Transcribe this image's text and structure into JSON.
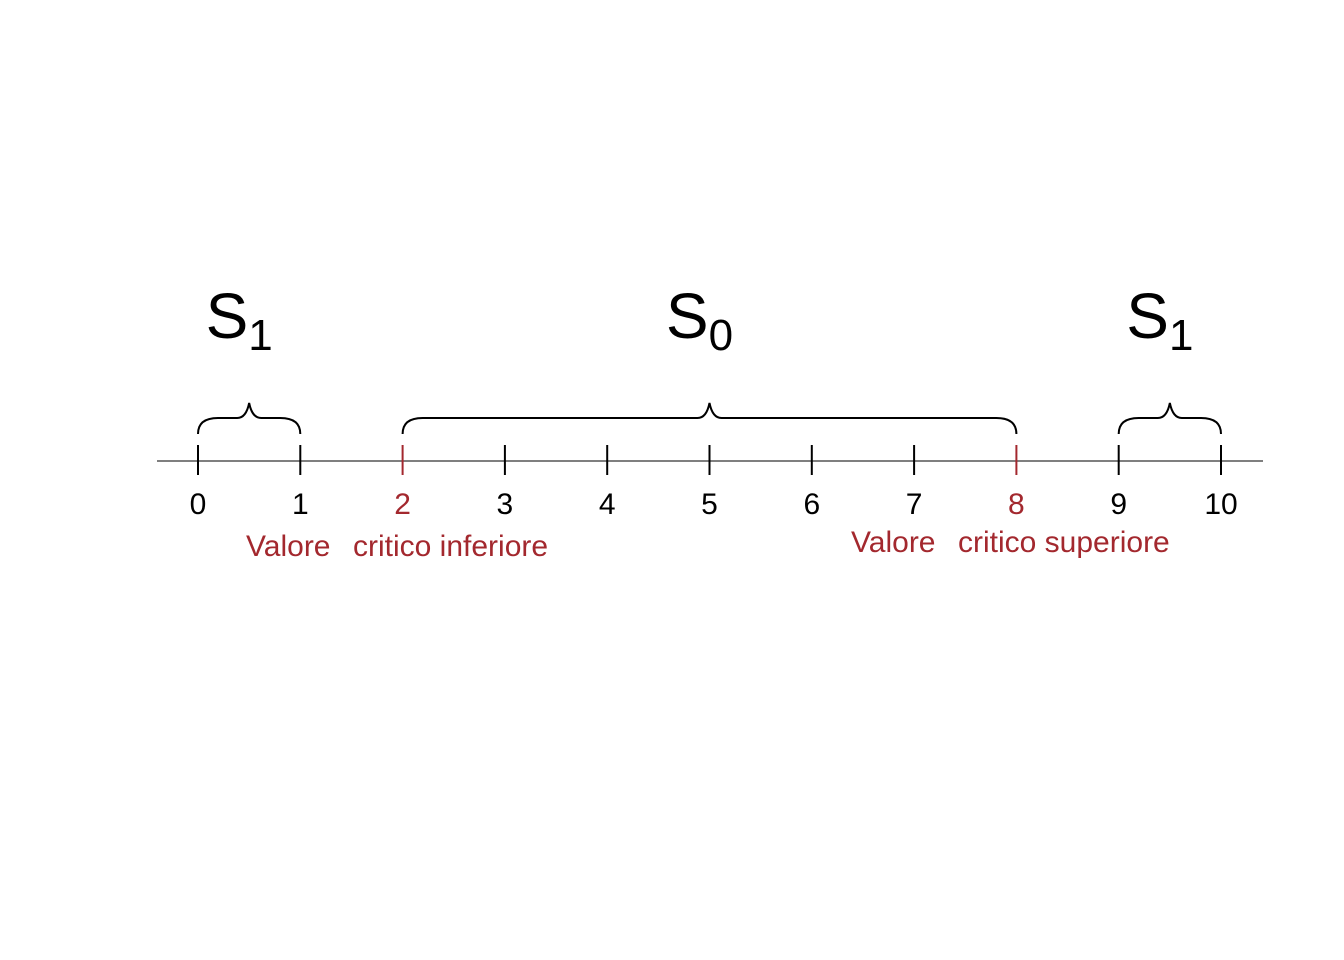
{
  "axis": {
    "min": 0,
    "max": 10,
    "ticks": [
      {
        "value": 0,
        "label": "0",
        "critical": false
      },
      {
        "value": 1,
        "label": "1",
        "critical": false
      },
      {
        "value": 2,
        "label": "2",
        "critical": true
      },
      {
        "value": 3,
        "label": "3",
        "critical": false
      },
      {
        "value": 4,
        "label": "4",
        "critical": false
      },
      {
        "value": 5,
        "label": "5",
        "critical": false
      },
      {
        "value": 6,
        "label": "6",
        "critical": false
      },
      {
        "value": 7,
        "label": "7",
        "critical": false
      },
      {
        "value": 8,
        "label": "8",
        "critical": true
      },
      {
        "value": 9,
        "label": "9",
        "critical": false
      },
      {
        "value": 10,
        "label": "10",
        "critical": false
      }
    ]
  },
  "regions": [
    {
      "main": "S",
      "sub": "1",
      "from": 0,
      "to": 1
    },
    {
      "main": "S",
      "sub": "0",
      "from": 2,
      "to": 8
    },
    {
      "main": "S",
      "sub": "1",
      "from": 9,
      "to": 10
    }
  ],
  "critical_labels": {
    "lower": {
      "word1": "Valore",
      "word2": "critico inferiore"
    },
    "upper": {
      "word1": "Valore",
      "word2": "critico superiore"
    }
  },
  "colors": {
    "ink": "#000000",
    "critical": "#a3282e",
    "axis": "#555555"
  }
}
